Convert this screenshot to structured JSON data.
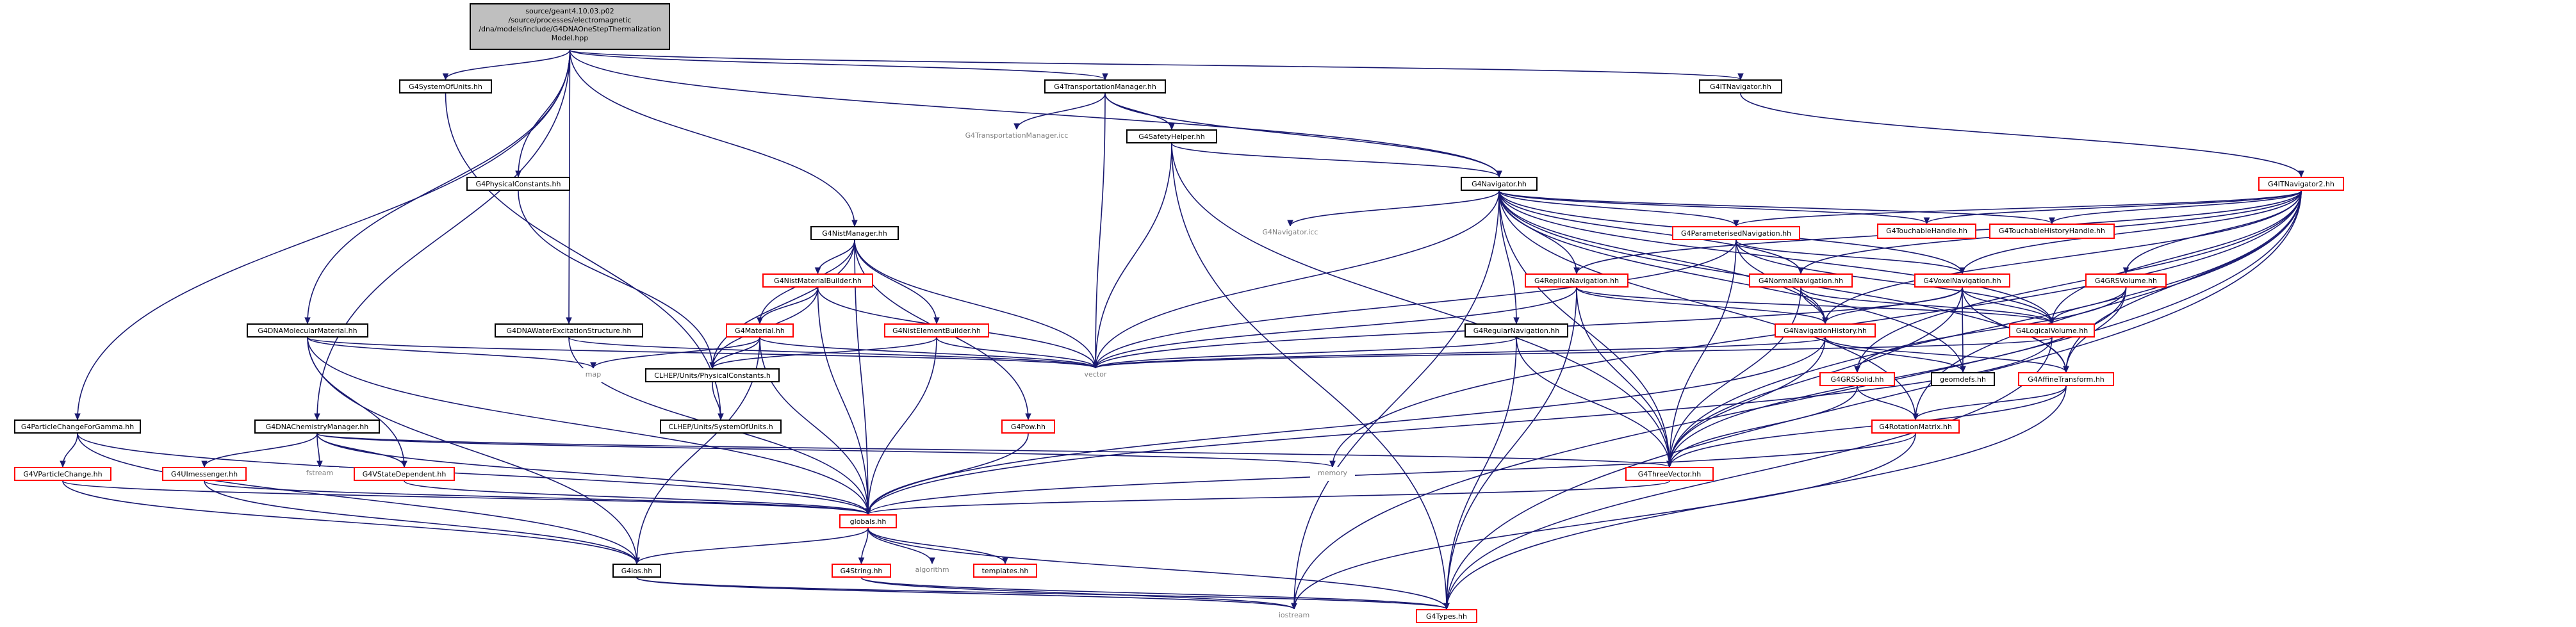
{
  "colors": {
    "edge": "#191970",
    "border_default": "#000000",
    "border_missing_doc": "#ff0000",
    "root_fill": "#bfbfbf",
    "plain_text": "#808080"
  },
  "root": {
    "lines": [
      "source/geant4.10.03.p02",
      "/source/processes/electromagnetic",
      "/dna/models/include/G4DNAOneStepThermalization",
      "Model.hpp"
    ]
  },
  "nodes": {
    "G4SystemOfUnits_hh": "G4SystemOfUnits.hh",
    "G4TransportationManager_hh": "G4TransportationManager.hh",
    "G4ITNavigator_hh": "G4ITNavigator.hh",
    "G4TransportationManager_icc": "G4TransportationManager.icc",
    "G4SafetyHelper_hh": "G4SafetyHelper.hh",
    "G4PhysicalConstants_hh": "G4PhysicalConstants.hh",
    "G4Navigator_hh": "G4Navigator.hh",
    "G4ITNavigator2_hh": "G4ITNavigator2.hh",
    "G4NistManager_hh": "G4NistManager.hh",
    "G4Navigator_icc": "G4Navigator.icc",
    "G4TouchableHandle_hh": "G4TouchableHandle.hh",
    "G4TouchableHistoryHandle_hh": "G4TouchableHistoryHandle.hh",
    "G4ParameterisedNavigation_hh": "G4ParameterisedNavigation.hh",
    "G4NistMaterialBuilder_hh": "G4NistMaterialBuilder.hh",
    "G4ReplicaNavigation_hh": "G4ReplicaNavigation.hh",
    "G4NormalNavigation_hh": "G4NormalNavigation.hh",
    "G4VoxelNavigation_hh": "G4VoxelNavigation.hh",
    "G4GRSVolume_hh": "G4GRSVolume.hh",
    "G4DNAWaterExcitationStructure_hh": "G4DNAWaterExcitationStructure.hh",
    "G4DNAMolecularMaterial_hh": "G4DNAMolecularMaterial.hh",
    "G4Material_hh": "G4Material.hh",
    "G4NistElementBuilder_hh": "G4NistElementBuilder.hh",
    "G4RegularNavigation_hh": "G4RegularNavigation.hh",
    "G4NavigationHistory_hh": "G4NavigationHistory.hh",
    "G4LogicalVolume_hh": "G4LogicalVolume.hh",
    "map": "map",
    "CLHEP_PhysicalConstants_h": "CLHEP/Units/PhysicalConstants.h",
    "vector": "vector",
    "geomdefs_hh": "geomdefs.hh",
    "G4AffineTransform_hh": "G4AffineTransform.hh",
    "G4GRSSolid_hh": "G4GRSSolid.hh",
    "G4ParticleChangeForGamma_hh": "G4ParticleChangeForGamma.hh",
    "CLHEP_SystemOfUnits_h": "CLHEP/Units/SystemOfUnits.h",
    "G4RotationMatrix_hh": "G4RotationMatrix.hh",
    "G4DNAChemistryManager_hh": "G4DNAChemistryManager.hh",
    "G4Pow_hh": "G4Pow.hh",
    "G4VParticleChange_hh": "G4VParticleChange.hh",
    "G4UImessenger_hh": "G4UImessenger.hh",
    "fstream": "fstream",
    "G4VStateDependent_hh": "G4VStateDependent.hh",
    "memory": "memory",
    "G4ThreeVector_hh": "G4ThreeVector.hh",
    "globals_hh": "globals.hh",
    "G4ios_hh": "G4ios.hh",
    "G4String_hh": "G4String.hh",
    "algorithm": "algorithm",
    "templates_hh": "templates.hh",
    "iostream": "iostream",
    "G4Types_hh": "G4Types.hh"
  }
}
